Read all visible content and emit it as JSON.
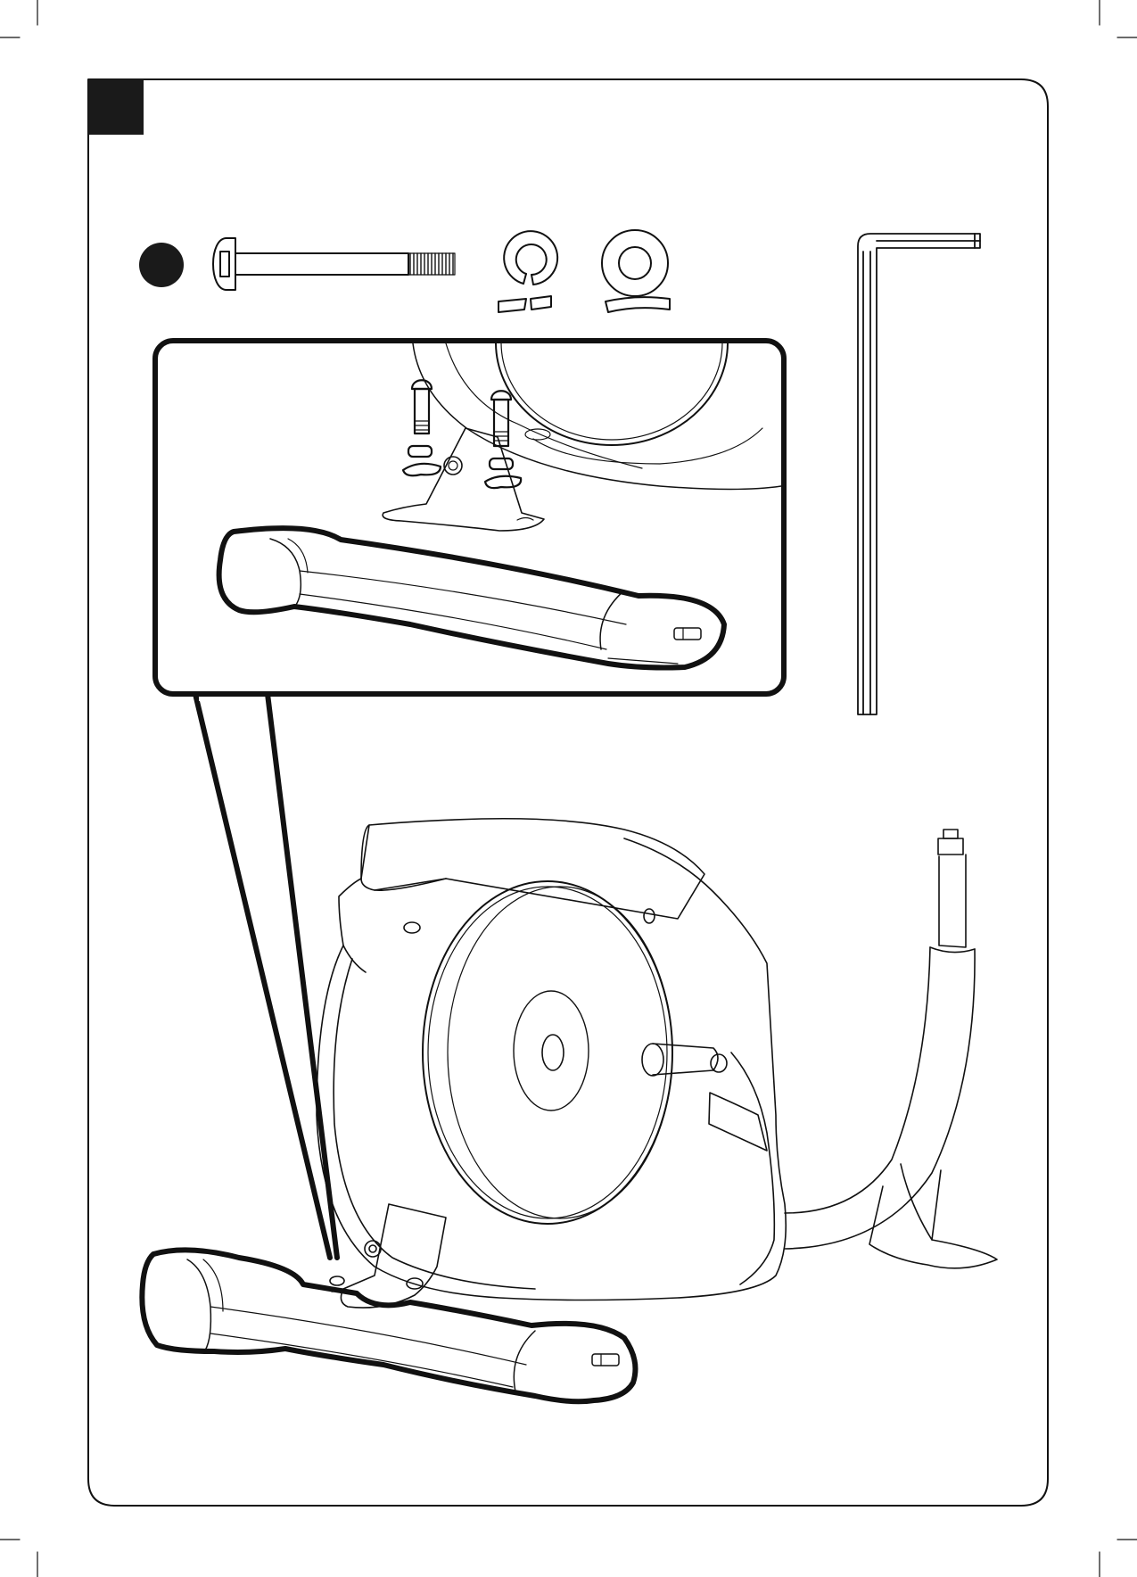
{
  "page": {
    "background": "#ffffff",
    "ink": "#111111",
    "step_marker_color": "#1a1a1a",
    "hardware_marker_color": "#1a1a1a"
  },
  "icons": {
    "step_marker": "black-square-step-marker",
    "hardware_marker": "black-circle-hardware-marker",
    "bolt": "button-head-bolt-icon",
    "spring_washer": "split-spring-washer-icon",
    "flat_washer": "flat-washer-icon",
    "tool": "allen-key-icon",
    "detail_view": "zoom-detail-callout",
    "machine": "elliptical-trainer-frame"
  }
}
